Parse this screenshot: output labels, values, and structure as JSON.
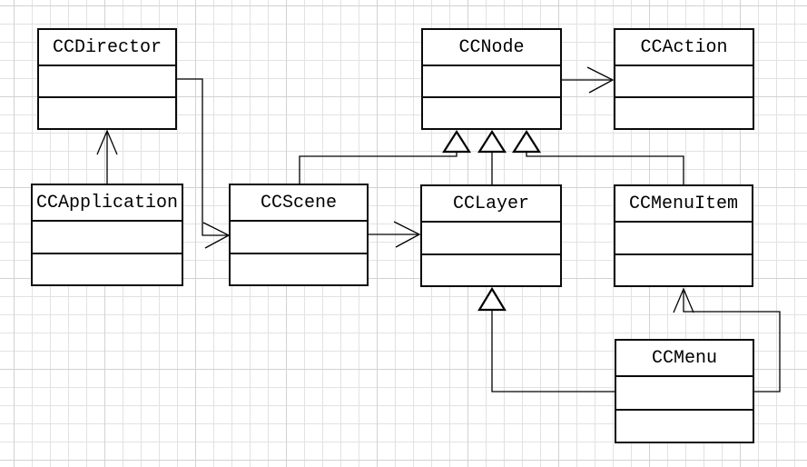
{
  "diagram": {
    "kind": "uml-class-diagram",
    "classes": [
      {
        "name": "CCDirector"
      },
      {
        "name": "CCNode"
      },
      {
        "name": "CCAction"
      },
      {
        "name": "CCApplication"
      },
      {
        "name": "CCScene"
      },
      {
        "name": "CCLayer"
      },
      {
        "name": "CCMenuItem"
      },
      {
        "name": "CCMenu"
      }
    ],
    "relationships": [
      {
        "from": "CCApplication",
        "to": "CCDirector",
        "type": "open-arrow"
      },
      {
        "from": "CCDirector",
        "to": "CCScene",
        "type": "open-arrow"
      },
      {
        "from": "CCScene",
        "to": "CCLayer",
        "type": "open-arrow"
      },
      {
        "from": "CCNode",
        "to": "CCAction",
        "type": "open-arrow"
      },
      {
        "from": "CCScene",
        "to": "CCNode",
        "type": "generalization"
      },
      {
        "from": "CCLayer",
        "to": "CCNode",
        "type": "generalization"
      },
      {
        "from": "CCMenuItem",
        "to": "CCNode",
        "type": "generalization"
      },
      {
        "from": "CCMenu",
        "to": "CCLayer",
        "type": "generalization"
      },
      {
        "from": "CCMenu",
        "to": "CCMenuItem",
        "type": "open-arrow"
      }
    ],
    "colors": {
      "line": "#000000",
      "box_border": "#0a0a0a",
      "box_fill": "#ffffff",
      "grid_minor": "#e2e2e2",
      "grid_major": "#d2d2d2",
      "background": "#ffffff"
    }
  }
}
